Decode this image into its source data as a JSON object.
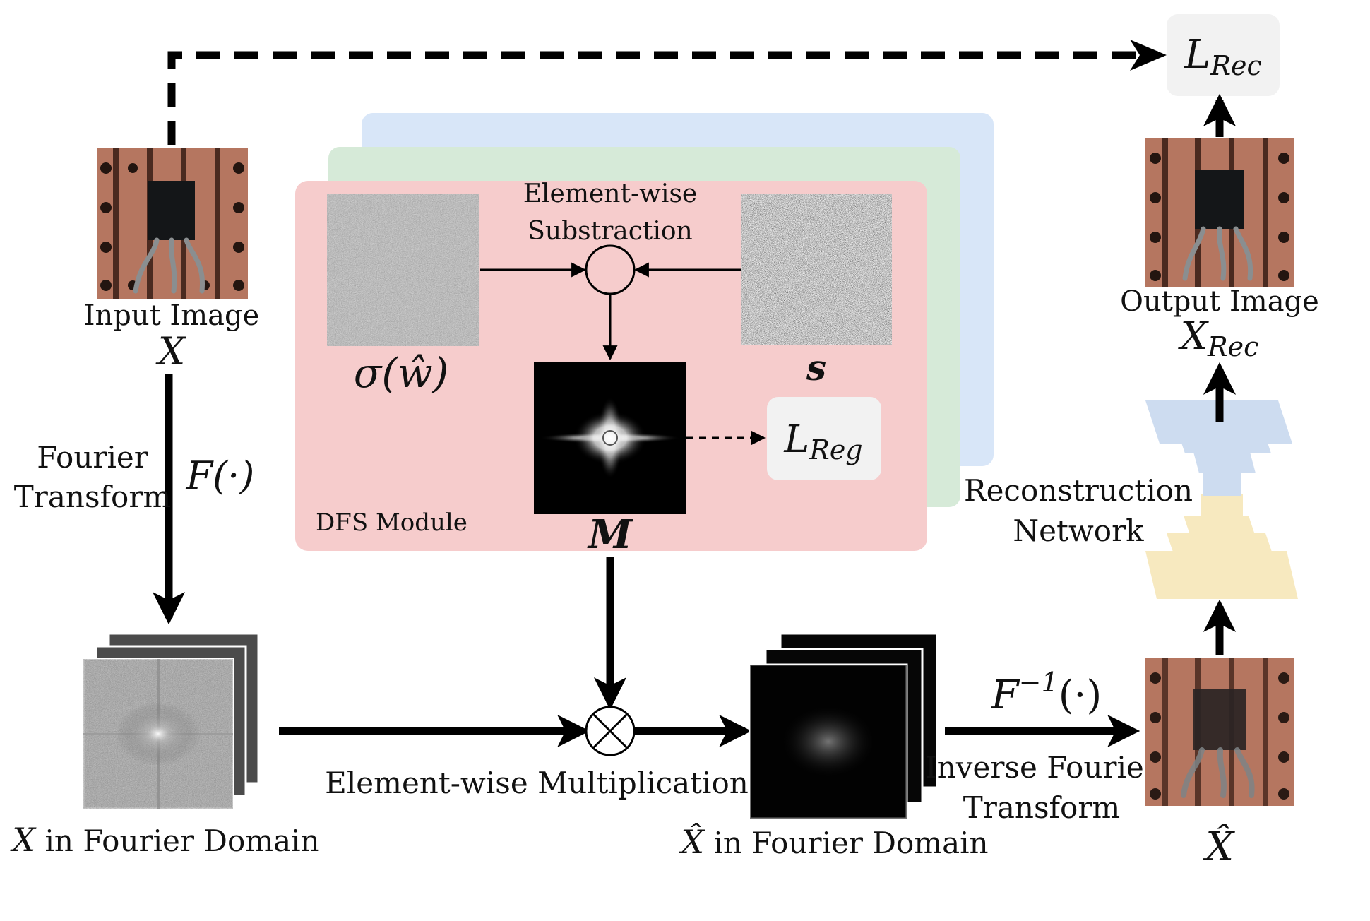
{
  "colors": {
    "dfs_front": "#f6cccc",
    "dfs_mid": "#d6ead8",
    "dfs_back": "#d8e6f8",
    "loss_box": "#f2f2f2",
    "copper": "#b57660",
    "net_blue": "#cddcf0",
    "net_yellow": "#f7e9bf"
  },
  "input": {
    "caption": "Input Image",
    "symbol": "X"
  },
  "fourier": {
    "label_line1": "Fourier",
    "label_line2": "Transform",
    "symbol": "F(·)"
  },
  "x_fourier": {
    "symbol": "X",
    "caption": " in Fourier Domain"
  },
  "dfs": {
    "module_label": "DFS Module",
    "sub_label_line1": "Element-wise",
    "sub_label_line2": "Substraction",
    "sigma_symbol": "σ(ŵ)",
    "s_symbol": "s",
    "mask_symbol": "M",
    "reg_loss": "L",
    "reg_loss_sub": "Reg"
  },
  "multiply": {
    "label": "Element-wise Multiplication"
  },
  "xhat_fourier": {
    "symbol": "X̂",
    "caption": " in Fourier Domain"
  },
  "inverse": {
    "symbol": "F",
    "symbol_sup": "−1",
    "symbol_tail": "(·)",
    "label_line1": "Inverse Fourier",
    "label_line2": "Transform"
  },
  "xhat": {
    "symbol": "X̂"
  },
  "recon": {
    "label_line1": "Reconstruction",
    "label_line2": "Network"
  },
  "output": {
    "caption": "Output Image",
    "symbol": "X",
    "symbol_sub": "Rec"
  },
  "rec_loss": {
    "symbol": "L",
    "symbol_sub": "Rec"
  }
}
